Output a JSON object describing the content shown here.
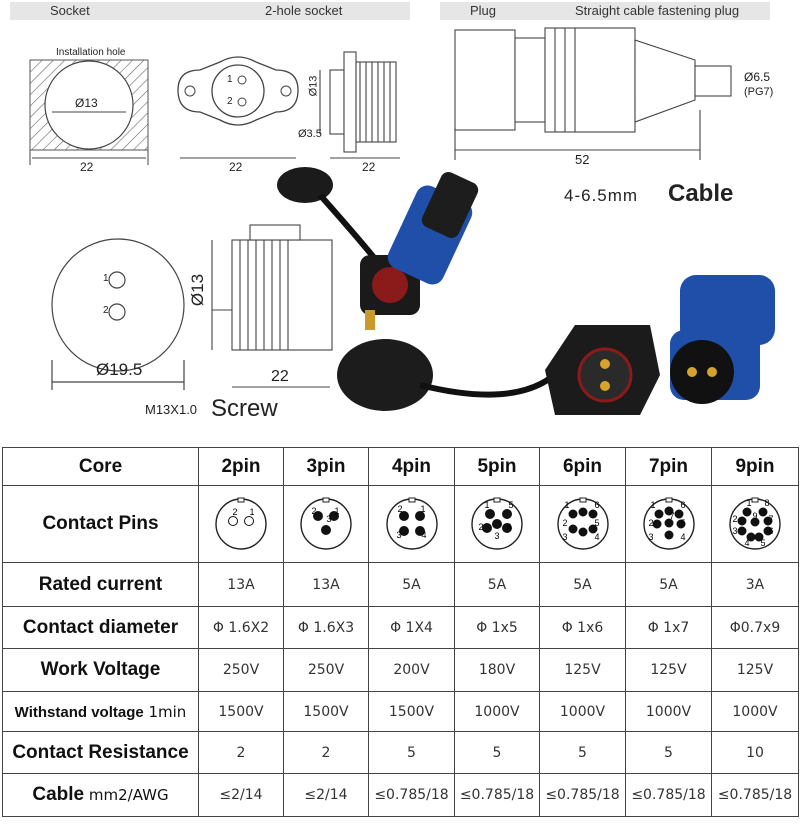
{
  "top_bar_left": {
    "title": "Socket",
    "subtitle": "2-hole socket"
  },
  "top_bar_right": {
    "title": "Plug",
    "subtitle": "Straight cable fastening plug"
  },
  "socket_drawing": {
    "install_hole": "Installation hole",
    "hole_dia": "Ø13",
    "width_a": "22",
    "width_b": "22",
    "width_c": "22",
    "height": "Ø13",
    "hole": "Ø3.5",
    "pin1": "1",
    "pin2": "2"
  },
  "plug_drawing": {
    "cable_dia": "Ø6.5",
    "pg": "(PG7)",
    "length": "52",
    "cable_range": "4-6.5mm",
    "cable_word": "Cable"
  },
  "screw_drawing": {
    "outer_dia": "Ø19.5",
    "height": "Ø13",
    "length": "22",
    "thread": "M13X1.0",
    "screw_word": "Screw",
    "pin1": "1",
    "pin2": "2"
  },
  "table": {
    "columns": [
      "Core",
      "2pin",
      "3pin",
      "4pin",
      "5pin",
      "6pin",
      "7pin",
      "9pin"
    ],
    "contact_pins_label": "Contact Pins",
    "pin_diagrams": [
      {
        "numbers": [
          "2",
          "1"
        ]
      },
      {
        "numbers": [
          "2",
          "1",
          "3"
        ]
      },
      {
        "numbers": [
          "2",
          "1",
          "3",
          "4"
        ]
      },
      {
        "numbers": [
          "1",
          "5",
          "2",
          "4",
          "3"
        ]
      },
      {
        "numbers": [
          "1",
          "6",
          "2",
          "5",
          "3",
          "4"
        ]
      },
      {
        "numbers": [
          "1",
          "6",
          "2",
          "7",
          "5",
          "3",
          "4"
        ]
      },
      {
        "numbers": [
          "1",
          "8",
          "2",
          "9",
          "7",
          "3",
          "6",
          "4",
          "5"
        ]
      }
    ],
    "rows": [
      {
        "label": "Rated current",
        "values": [
          "13A",
          "13A",
          "5A",
          "5A",
          "5A",
          "5A",
          "3A"
        ]
      },
      {
        "label": "Contact diameter",
        "values": [
          "Φ 1.6X2",
          "Φ 1.6X3",
          "Φ 1X4",
          "Φ 1x5",
          "Φ 1x6",
          "Φ 1x7",
          "Φ0.7x9"
        ]
      },
      {
        "label": "Work Voltage",
        "values": [
          "250V",
          "250V",
          "200V",
          "180V",
          "125V",
          "125V",
          "125V"
        ]
      },
      {
        "label": "Withstand voltage",
        "label_suffix": "1min",
        "values": [
          "1500V",
          "1500V",
          "1500V",
          "1000V",
          "1000V",
          "1000V",
          "1000V"
        ]
      },
      {
        "label": "Contact Resistance",
        "values": [
          "2",
          "2",
          "5",
          "5",
          "5",
          "5",
          "10"
        ]
      },
      {
        "label": "Cable",
        "label_suffix": "mm2/AWG",
        "values": [
          "≤2/14",
          "≤2/14",
          "≤0.785/18",
          "≤0.785/18",
          "≤0.785/18",
          "≤0.785/18",
          "≤0.785/18"
        ]
      }
    ]
  }
}
